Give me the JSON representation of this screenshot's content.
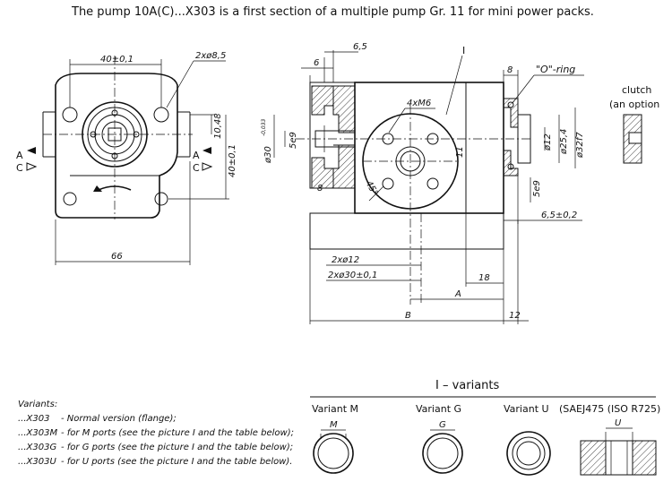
{
  "header": {
    "description": "The pump 10A(C)...X303 is a first section of a multiple pump Gr. 11 for mini power packs."
  },
  "front_view": {
    "dim_width_40": "40±0,1",
    "dim_holes": "2xø8,5",
    "dim_10_48": "10,48",
    "dim_height_40": "40±0,1",
    "dim_width_66": "66",
    "arrow_a": "A",
    "arrow_c": "C"
  },
  "section_view": {
    "dim_6_5_top": "6,5",
    "dim_6": "6",
    "dim_8_top": "8",
    "oring_label": "\"O\"-ring",
    "detail_marker": "I",
    "threads": "4xM6",
    "dim_bore": "ø30",
    "dim_bore_tol": "-0,033",
    "dim_5e9_left": "5e9",
    "dim_8_bottom": "8",
    "dim_11": "11",
    "dim_45deg": "45°",
    "dim_12": "ø12",
    "dim_25_4": "ø25,4",
    "dim_32": "ø32f7",
    "dim_5e9_right": "5e9",
    "dim_6_5_bottom": "6,5±0,2",
    "dim_2x12": "2xø12",
    "dim_2x30": "2xø30±0,1",
    "dim_18": "18",
    "dim_a": "A",
    "dim_b": "B",
    "dim_12_bottom": "12"
  },
  "clutch": {
    "line1": "clutch",
    "line2": "(an option"
  },
  "variants_note": {
    "title": "Variants:",
    "items": [
      {
        "code": "...X303",
        "desc": "- Normal version (flange);"
      },
      {
        "code": "...X303M",
        "desc": "- for M ports (see the picture I and the table below);"
      },
      {
        "code": "...X303G",
        "desc": "- for G ports (see the picture I and the table below);"
      },
      {
        "code": "...X303U",
        "desc": "- for U ports (see the picture I and the table below)."
      }
    ]
  },
  "i_variants": {
    "title": "I  –  variants",
    "variant_m": "Variant M",
    "variant_g": "Variant G",
    "variant_u": "Variant U",
    "saej": "(SAEJ475 (ISO R725)",
    "m": "M",
    "g": "G",
    "u": "U"
  }
}
